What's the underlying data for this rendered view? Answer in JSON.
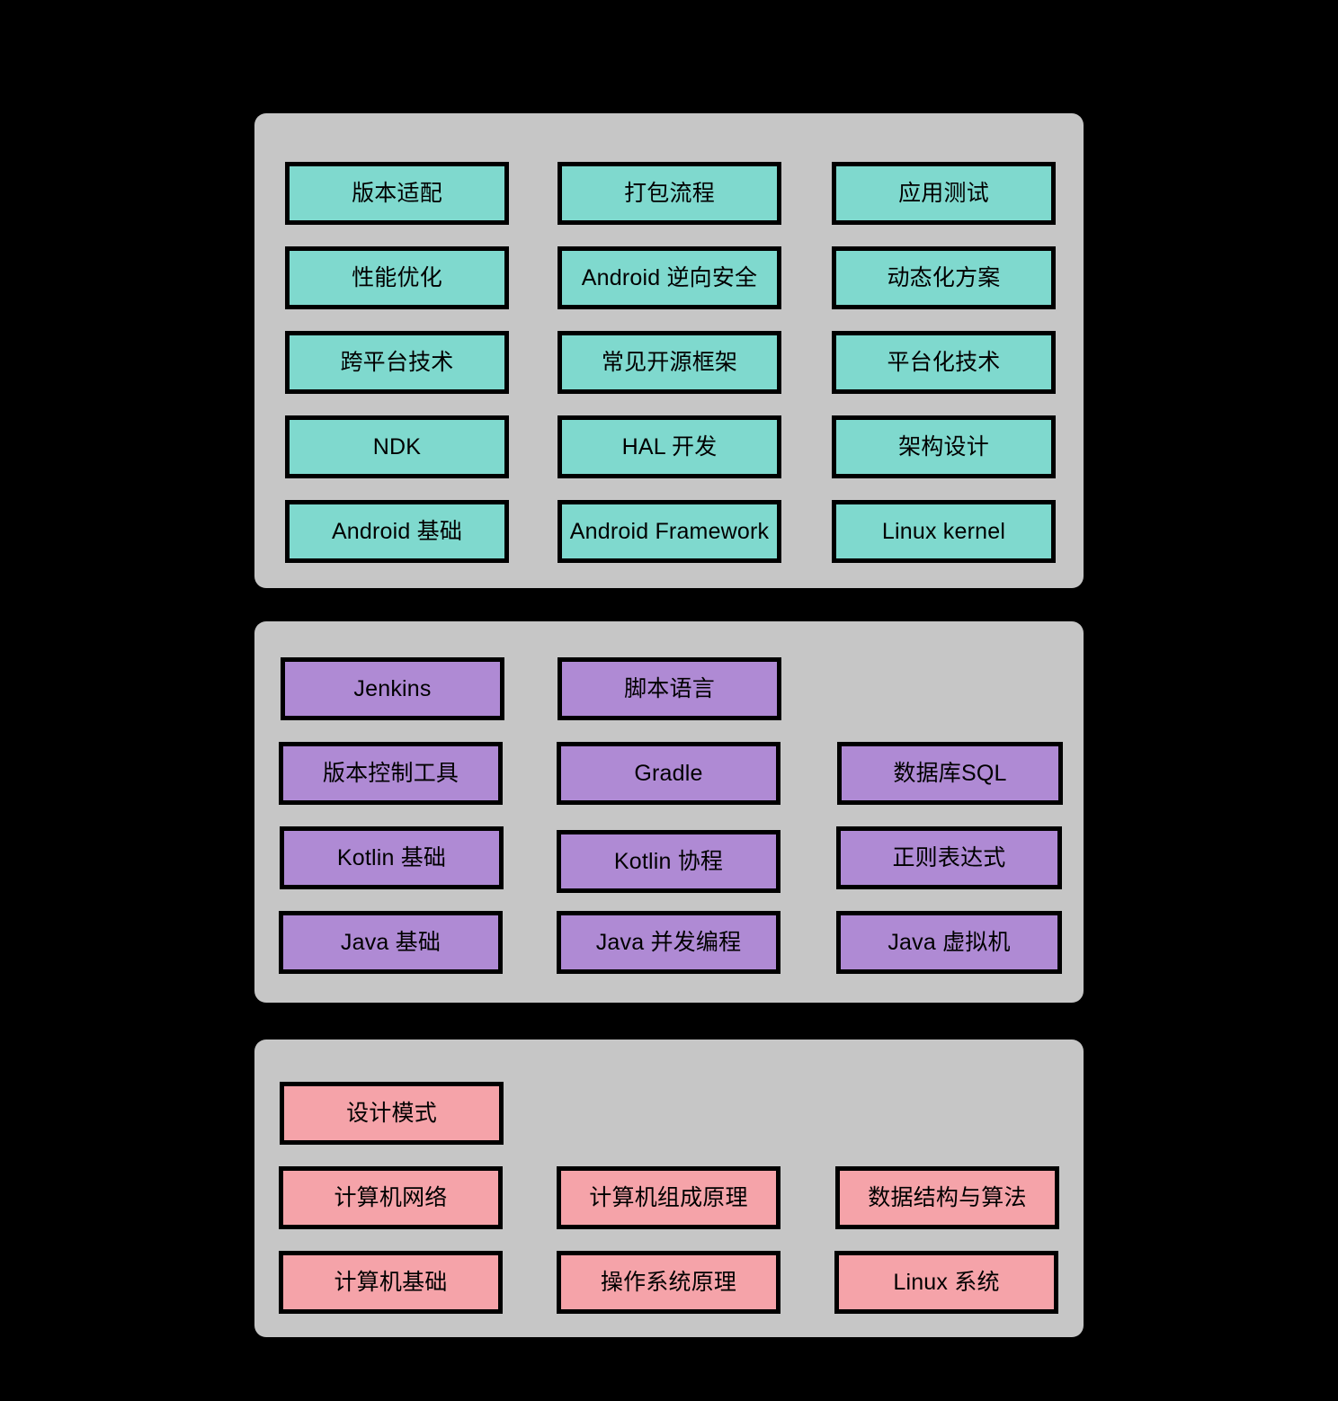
{
  "diagram": {
    "type": "grouped-box-diagram",
    "background_color": "#000000",
    "group_color": "#C6C6C6",
    "node_border_color": "#000000",
    "groups": [
      {
        "id": "android-skills",
        "fill": "#7FD9CE",
        "rows": [
          [
            "版本适配",
            "打包流程",
            "应用测试"
          ],
          [
            "性能优化",
            "Android 逆向安全",
            "动态化方案"
          ],
          [
            "跨平台技术",
            "常见开源框架",
            "平台化技术"
          ],
          [
            "NDK",
            "HAL 开发",
            "架构设计"
          ],
          [
            "Android 基础",
            "Android Framework",
            "Linux kernel"
          ]
        ]
      },
      {
        "id": "languages-tools",
        "fill": "#AF8AD4",
        "rows": [
          [
            "Jenkins",
            "脚本语言",
            ""
          ],
          [
            "版本控制工具",
            "Gradle",
            "数据库SQL"
          ],
          [
            "Kotlin 基础",
            "Kotlin 协程",
            "正则表达式"
          ],
          [
            "Java 基础",
            "Java 并发编程",
            "Java 虚拟机"
          ]
        ]
      },
      {
        "id": "computer-fundamentals",
        "fill": "#F5A3A9",
        "rows": [
          [
            "设计模式",
            "",
            ""
          ],
          [
            "计算机网络",
            "计算机组成原理",
            "数据结构与算法"
          ],
          [
            "计算机基础",
            "操作系统原理",
            "Linux 系统"
          ]
        ]
      }
    ]
  },
  "nodes": {
    "g1r1c1": "版本适配",
    "g1r1c2": "打包流程",
    "g1r1c3": "应用测试",
    "g1r2c1": "性能优化",
    "g1r2c2": "Android 逆向安全",
    "g1r2c3": "动态化方案",
    "g1r3c1": "跨平台技术",
    "g1r3c2": "常见开源框架",
    "g1r3c3": "平台化技术",
    "g1r4c1": "NDK",
    "g1r4c2": "HAL 开发",
    "g1r4c3": "架构设计",
    "g1r5c1": "Android 基础",
    "g1r5c2": "Android Framework",
    "g1r5c3": "Linux kernel",
    "g2r1c1": "Jenkins",
    "g2r1c2": "脚本语言",
    "g2r2c1": "版本控制工具",
    "g2r2c2": "Gradle",
    "g2r2c3": "数据库SQL",
    "g2r3c1": "Kotlin 基础",
    "g2r3c2": "Kotlin 协程",
    "g2r3c3": "正则表达式",
    "g2r4c1": "Java 基础",
    "g2r4c2": "Java 并发编程",
    "g2r4c3": "Java 虚拟机",
    "g3r1c1": "设计模式",
    "g3r2c1": "计算机网络",
    "g3r2c2": "计算机组成原理",
    "g3r2c3": "数据结构与算法",
    "g3r3c1": "计算机基础",
    "g3r3c2": "操作系统原理",
    "g3r3c3": "Linux 系统"
  }
}
